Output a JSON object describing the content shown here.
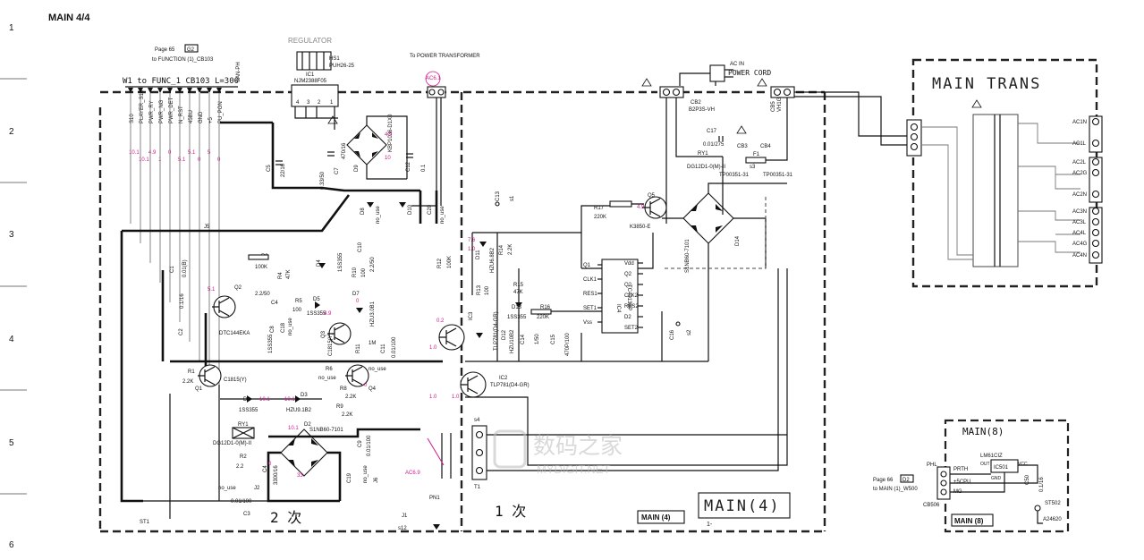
{
  "sheet": {
    "title": "MAIN 4/4",
    "page_box_label": "MAIN(4)",
    "small_box_label": "MAIN (4)",
    "sub_label": "1-"
  },
  "row_numbers": [
    "1",
    "2",
    "3",
    "4",
    "5",
    "6"
  ],
  "secondary_mark": "2 次",
  "primary_mark": "1 次",
  "connector": {
    "ref_page": "Page 65",
    "ref_code": "G2",
    "ref_to": "to FUNCTION (1)_CB103",
    "main": "W1 to FUNC_1 CB103 L=300",
    "san_ph": "SAN-PH",
    "st1": "ST1",
    "pins": [
      "S10",
      "PLAYER_S10",
      "PWR_RY",
      "PWR_NG",
      "PWR_DET",
      "N_RST",
      "45BU",
      "GND",
      "+5",
      "PU_PON"
    ],
    "pin_values": [
      "10.1",
      "10.1",
      "4.9",
      "1",
      "0",
      "5.1",
      "5.1",
      "0",
      "5",
      "0"
    ]
  },
  "regulator": {
    "title": "REGULATOR",
    "ic": "IC1",
    "part": "NJM2388F05",
    "hs": "HS1",
    "hs_part": "PUH26-25",
    "pins": [
      "4",
      "3",
      "2",
      "1"
    ]
  },
  "power_transformer": {
    "label": "To POWER TRANSFORMER",
    "ac": "AC6.1"
  },
  "ac_in": {
    "label": "AC IN",
    "cord": "POWER CORD",
    "cb2": "CB2",
    "cb2_part": "B2P3S-VH",
    "cb5": "CB5",
    "cb5_part": "VH1G"
  },
  "relay_primary": {
    "ry": "RY1",
    "part": "DG12D1-0(M)-II",
    "c17": "C17",
    "c17_val": "0.01/275",
    "cb3": "CB3",
    "cb4": "CB4",
    "f1": "F1",
    "s3": "s3",
    "tp1": "TP00351-31",
    "tp2": "TP00351-31"
  },
  "main_trans": {
    "title": "MAIN TRANS",
    "taps": [
      "AC1N",
      "AC1L",
      "AC2L",
      "AC2G",
      "AC2N",
      "AC3N",
      "AC3L",
      "AC4L",
      "AC4G",
      "AC4N"
    ]
  },
  "parts": {
    "d9": "D9",
    "d9_part": "KBP1036-D1X0",
    "c12": "C12",
    "c12_val": "0.1",
    "c5": "C5",
    "c5_val": "22/16",
    "c6_val": "0.33/50",
    "c7": "C7",
    "c7_val": "470/16",
    "d8": "D8",
    "d10": "D10",
    "c20": "C20",
    "no_use": "no_use",
    "c13": "C13",
    "s1": "s1",
    "r17": "R17",
    "r17_val": "220K",
    "q5": "Q5",
    "q5_part": "K3850-E",
    "d14": "D14",
    "d14_part": "S1NB60-7101",
    "ic4": "IC4",
    "ic4_part": "TC4013BP",
    "ic4_left": [
      "Q1",
      "CLK1",
      "RES1",
      "SET1",
      "Vss"
    ],
    "ic4_right": [
      "Vdd",
      "Q2",
      "Q2",
      "CLK2",
      "RES2",
      "D2",
      "SET2"
    ],
    "d11": "D11",
    "d11_part": "HZU6.8B2",
    "r14": "R14",
    "r14_val": "2.2K",
    "r13": "R13",
    "r13_val": "100",
    "r15": "R15",
    "r15_val": "47K",
    "d13": "D13",
    "d13_part": "1SS355",
    "r16": "R16",
    "r16_val": "220K",
    "ic3": "IC3",
    "ic3_part": "TLP781(D4-GR)",
    "d12": "D12",
    "d12_part": "HZU10B2",
    "c14": "C14",
    "c14_val": "1/50",
    "c15": "C15",
    "c15_val": "470P/100",
    "c16": "C16",
    "s2": "s2",
    "ic2": "IC2",
    "ic2_part": "TLP781(D4-GR)",
    "j5": "J5",
    "r3": "R3",
    "r3_val": "100K",
    "c1": "C1",
    "c1_val": "0.01(B)",
    "r4": "R4",
    "r4_val": "47K",
    "c4": "C4",
    "c4_val": "2.2/50",
    "d4": "D4",
    "d4_part": "1SS355",
    "c10": "C10",
    "c10_val": "2.2/50",
    "r10": "R10",
    "r10_val": "100",
    "r12": "R12",
    "r12_val": "100K",
    "q2": "Q2",
    "q2_part": "DTC144EKA",
    "c2": "C2",
    "c2_val": "0.1/16",
    "r5": "R5",
    "r5_val": "100",
    "d5": "D5",
    "d5_part": "1SS355",
    "c8": "C8",
    "c18": "C18",
    "d7": "D7",
    "d7_part": "HZU3.0B1",
    "q3": "Q3",
    "q3_part": "C1815(Y)",
    "r11": "R11",
    "r11_val": "1M",
    "c11": "C11",
    "c11_val": "0.01/100",
    "q1": "Q1",
    "q1_part": "C1815(Y)",
    "r1": "R1",
    "r1_val": "2.2K",
    "r6": "R6",
    "r8": "R8",
    "r8_val": "2.2K",
    "r9": "R9",
    "r9_val": "2.2K",
    "q4": "Q4",
    "d1": "D1",
    "d1_part": "1SS355",
    "d3": "D3",
    "d3_part": "HZU9.1B2",
    "d2": "D2",
    "d2_part": "S1NB60-7101",
    "ry1": "RY1",
    "ry1_part": "DG12D1-0(M)-II",
    "r2": "R2",
    "r2_val": "2.2",
    "c3": "C3",
    "c3_val": "0.01/100",
    "j2": "J2",
    "c9": "C9",
    "c9_val": "0.01/100",
    "c19": "C19",
    "c4b": "C4",
    "c4b_val": "3300/16",
    "j6": "J6",
    "j1": "J1",
    "s12": "s12",
    "pn1": "PN1",
    "s4": "s4",
    "t1": "T1",
    "ac69": "AC6.9"
  },
  "main8": {
    "title": "MAIN(8)",
    "phl": "PHL",
    "ic": "IC501",
    "ic_part": "LM61CIZ",
    "pins": [
      "PRTH",
      "+5CPU",
      "MG"
    ],
    "ic_pins": [
      "OUT",
      "VCC",
      "GND"
    ],
    "cap": "C50",
    "cap_val": "0.1/16",
    "cb": "CB506",
    "ref_page": "Page 66",
    "ref_code": "D2",
    "ref_to": "to MAIN (1)_W500",
    "st": "ST502",
    "st_part": "A24620",
    "box_label": "MAIN (8)"
  },
  "watermark": {
    "cn": "数码之家",
    "en": "MYDIGIT.NET"
  }
}
